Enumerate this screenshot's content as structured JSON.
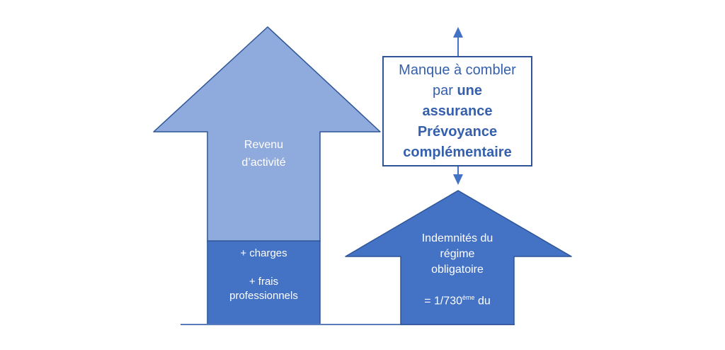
{
  "colors": {
    "light_arrow": "#8faadc",
    "dark_fill": "#4472c4",
    "shape_border": "#2f5597",
    "box_border": "#2f5597",
    "box_text": "#3560ad",
    "connector": "#4472c4",
    "baseline": "#5b7cba",
    "label_text": "#ffffff"
  },
  "left_arrow": {
    "label": "Revenu\nd’activité"
  },
  "expenses_block": {
    "label": "+ charges\n\n+ frais\nprofessionnels"
  },
  "gap_box": {
    "text_regular": "Manque à combler\npar ",
    "text_bold": "une\nassurance\nPrévoyance\ncomplémentaire"
  },
  "right_arrow": {
    "label": "Indemnités du\nrégime\nobligatoire",
    "formula_prefix": "= 1/730",
    "formula_superscript": "ème",
    "formula_suffix": " du"
  }
}
